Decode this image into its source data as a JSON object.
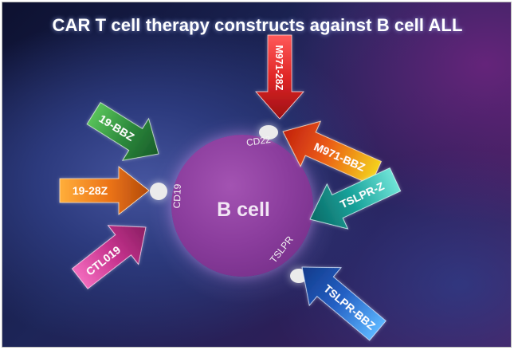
{
  "title": "CAR T cell therapy constructs against B cell ALL",
  "cell": {
    "label": "B cell",
    "color": "#8b3d9d"
  },
  "antigens": [
    {
      "label": "CD19"
    },
    {
      "label": "CD22"
    },
    {
      "label": "TSLPR"
    }
  ],
  "constructs": [
    {
      "label": "M971-28Z",
      "target": "CD22",
      "color": "#d81f26"
    },
    {
      "label": "M971-BBZ",
      "target": "CD22",
      "color": "#d84312"
    },
    {
      "label": "19-BBZ",
      "target": "CD19",
      "color": "#2d8a3c"
    },
    {
      "label": "19-28Z",
      "target": "CD19",
      "color": "#e36b14"
    },
    {
      "label": "CTL019",
      "target": "CD19",
      "color": "#c0338a"
    },
    {
      "label": "TSLPR-Z",
      "target": "TSLPR",
      "color": "#15908a"
    },
    {
      "label": "TSLPR-BBZ",
      "target": "TSLPR",
      "color": "#1f57b5"
    }
  ]
}
